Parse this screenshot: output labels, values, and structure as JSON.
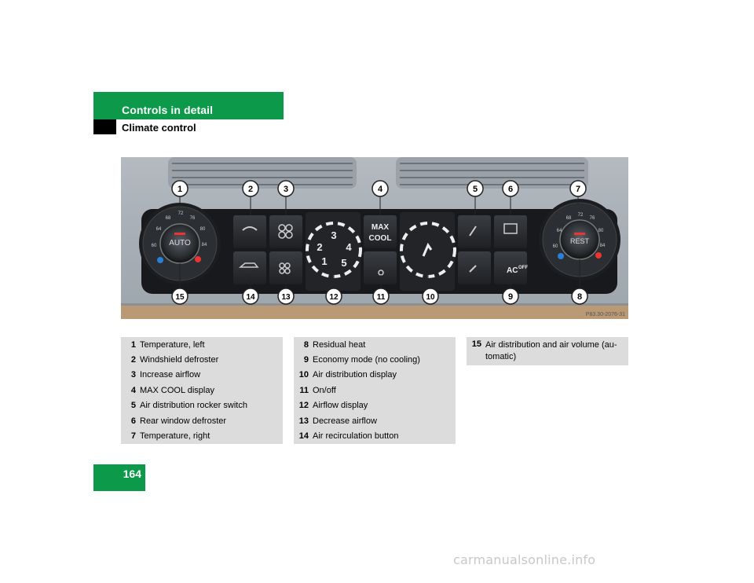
{
  "header": {
    "section_title": "Controls in detail",
    "subsection": "Climate control"
  },
  "page_number": "164",
  "photo": {
    "part_number": "P83.30-2076-31",
    "panel_labels": {
      "max": "MAX",
      "cool": "COOL",
      "auto": "AUTO",
      "rest": "REST",
      "ac": "AC",
      "off": "OFF",
      "dial_digits": [
        "3",
        "2",
        "4",
        "1",
        "5"
      ],
      "scale_left": [
        "72",
        "68",
        "64",
        "60",
        "76",
        "80",
        "84"
      ],
      "scale_right": [
        "72",
        "68",
        "64",
        "60",
        "76",
        "80",
        "84"
      ]
    },
    "callouts_top": [
      "1",
      "2",
      "3",
      "4",
      "5",
      "6",
      "7"
    ],
    "callouts_bottom": [
      "15",
      "14",
      "13",
      "12",
      "11",
      "10",
      "9",
      "8"
    ]
  },
  "legend": {
    "col1": [
      {
        "num": "1",
        "text": "Temperature, left"
      },
      {
        "num": "2",
        "text": "Windshield defroster"
      },
      {
        "num": "3",
        "text": "Increase airflow"
      },
      {
        "num": "4",
        "text": "MAX COOL display"
      },
      {
        "num": "5",
        "text": "Air distribution rocker switch"
      },
      {
        "num": "6",
        "text": "Rear window defroster"
      },
      {
        "num": "7",
        "text": "Temperature, right"
      }
    ],
    "col2": [
      {
        "num": "8",
        "text": "Residual heat"
      },
      {
        "num": "9",
        "text": "Economy mode (no cooling)"
      },
      {
        "num": "10",
        "text": "Air distribution display"
      },
      {
        "num": "11",
        "text": "On/off"
      },
      {
        "num": "12",
        "text": "Airflow display"
      },
      {
        "num": "13",
        "text": "Decrease airflow"
      },
      {
        "num": "14",
        "text": "Air recirculation button"
      }
    ],
    "col3": [
      {
        "num": "15",
        "text": "Air distribution and air volume (au-tomatic)"
      }
    ]
  },
  "watermark": "carmanualsonline.info",
  "colors": {
    "accent_green": "#0c9a4a",
    "legend_bg": "#dcdcdc"
  }
}
